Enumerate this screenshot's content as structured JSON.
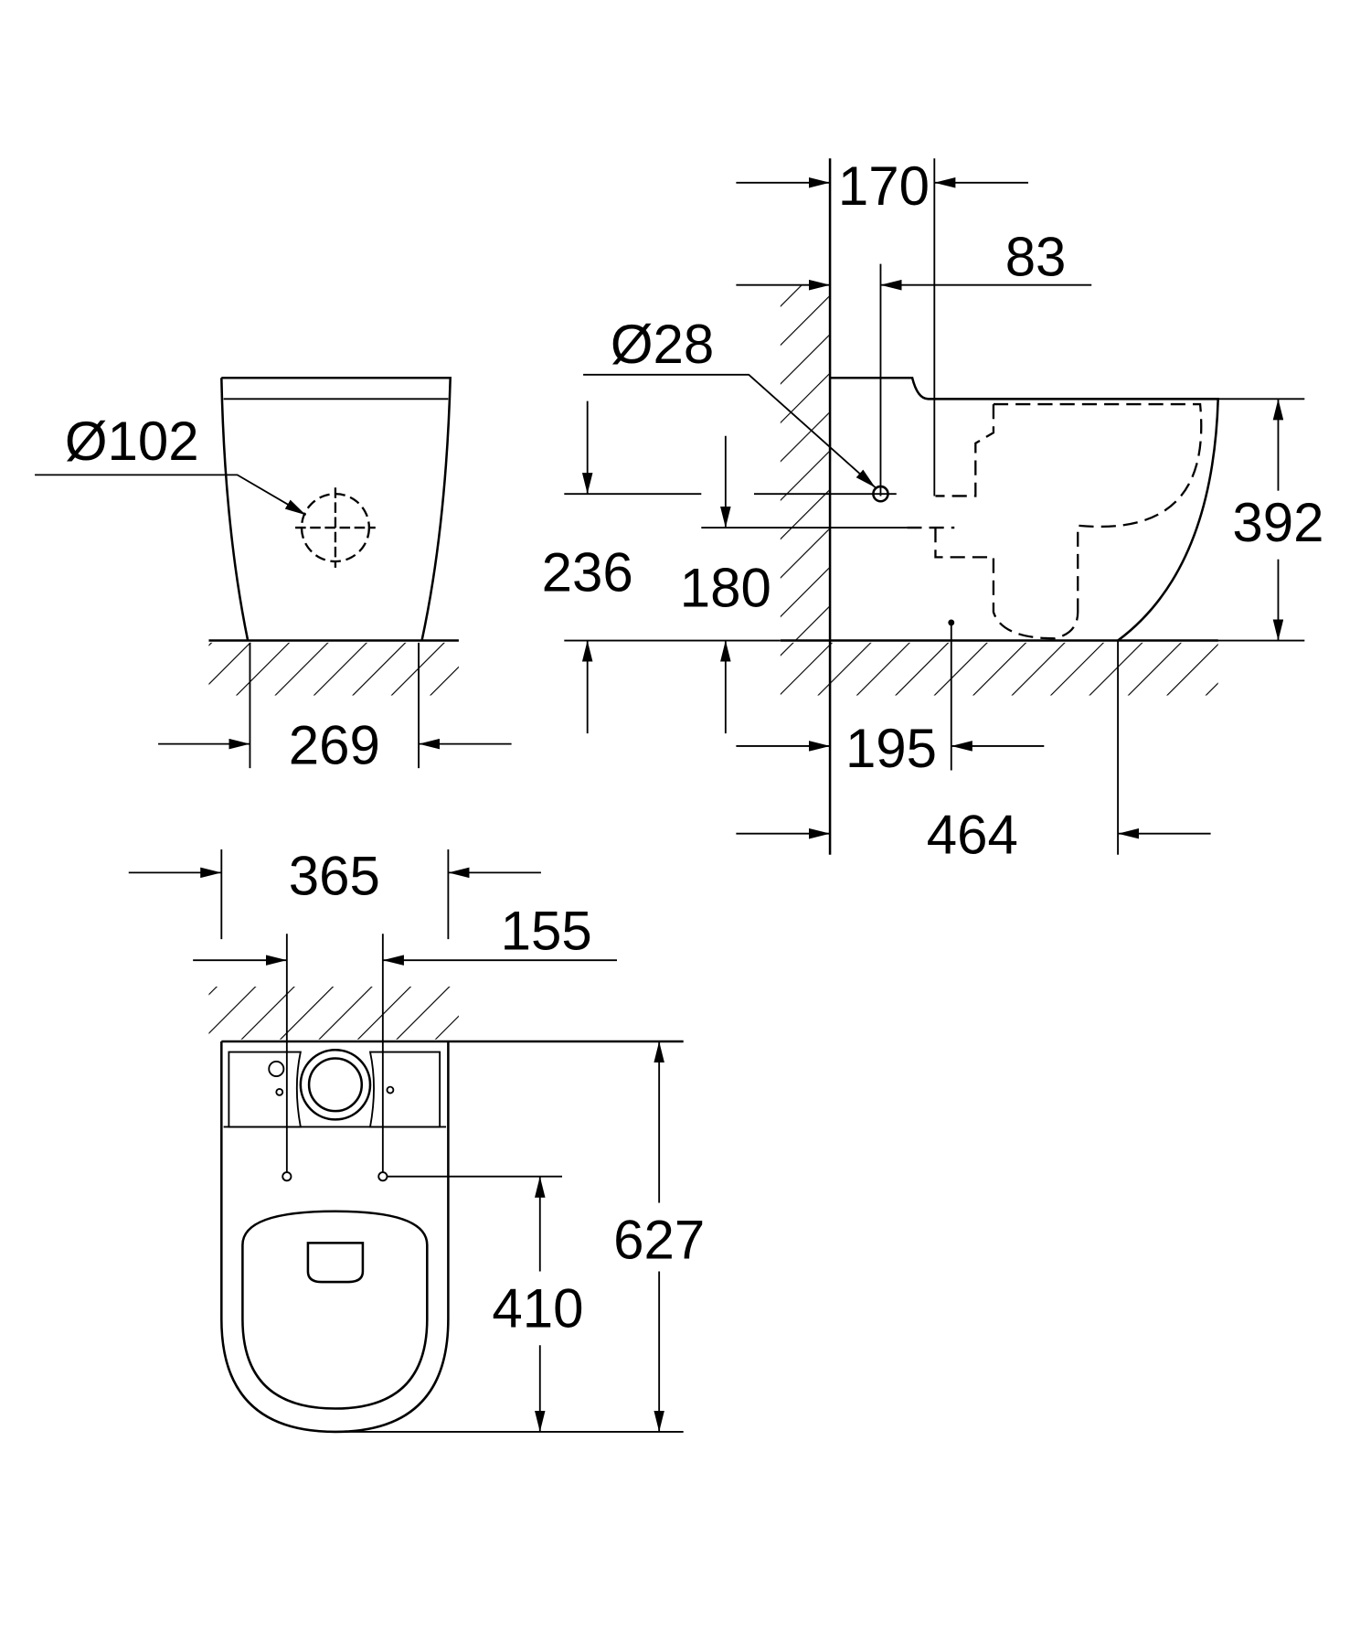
{
  "drawing": {
    "front_view": {
      "hole_diameter": "Ø102",
      "width": "269"
    },
    "side_view": {
      "wall_to_tank_axis": "170",
      "tank_axis_offset": "83",
      "inlet_diameter": "Ø28",
      "inlet_height": "236",
      "outlet_height": "180",
      "total_height": "392",
      "outlet_distance": "195",
      "depth": "464"
    },
    "top_view": {
      "width": "365",
      "fixing_spacing": "155",
      "length": "627",
      "fixing_distance": "410"
    },
    "colors": {
      "line": "#000000",
      "background": "#ffffff"
    }
  }
}
